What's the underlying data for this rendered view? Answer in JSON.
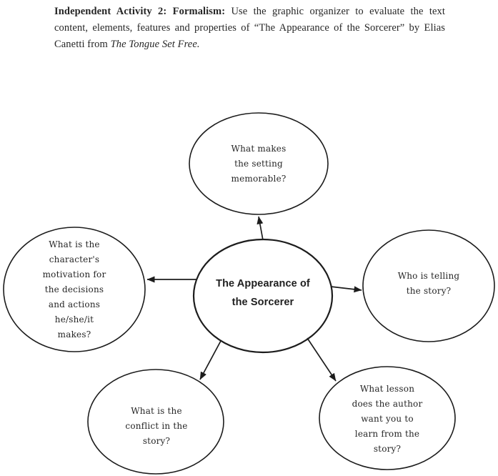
{
  "colors": {
    "ink": "#1c1c1c",
    "text": "#262626",
    "paper": "#ffffff"
  },
  "instructions": {
    "heading_bold": "Independent Activity 2: Formalism:",
    "body": " Use the graphic organizer to evaluate the text content, elements, features and properties of “The Appearance of the Sorcerer” by Elias Canetti from ",
    "book_title_italic": "The Tongue Set Free."
  },
  "organizer": {
    "center_node": {
      "lines": [
        "The Appearance of",
        "the Sorcerer"
      ]
    },
    "nodes": {
      "setting": {
        "lines": [
          "What makes",
          "the setting",
          "memorable?"
        ]
      },
      "character_motivation": {
        "lines": [
          "What is the",
          "character's",
          "motivation for",
          "the decisions",
          "and actions",
          "he/she/it",
          "makes?"
        ]
      },
      "narrator": {
        "lines": [
          "Who is telling",
          "the story?"
        ]
      },
      "conflict": {
        "lines": [
          "What is the",
          "conflict in the",
          "story?"
        ]
      },
      "lesson": {
        "lines": [
          "What lesson",
          "does the author",
          "want you to",
          "learn from the",
          "story?"
        ]
      }
    }
  }
}
